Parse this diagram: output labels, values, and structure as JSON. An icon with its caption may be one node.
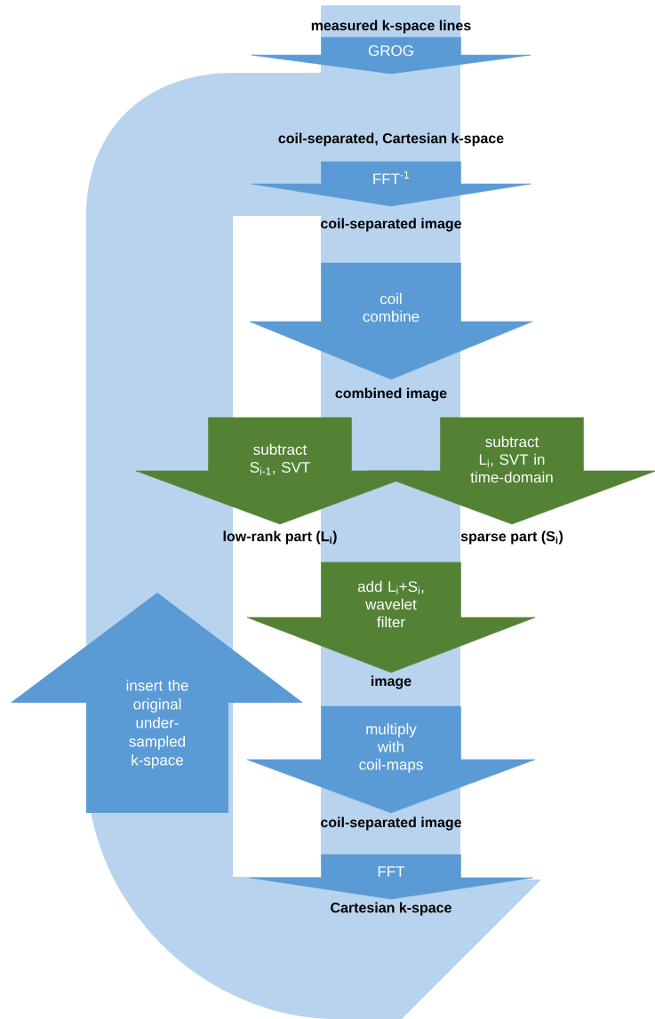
{
  "diagram": {
    "nodes": [
      {
        "text": [
          "measured k-space lines"
        ]
      },
      {
        "text": [
          "coil-separated, Cartesian k-space"
        ]
      },
      {
        "text": [
          "coil-separated image"
        ]
      },
      {
        "text": [
          "combined image"
        ]
      },
      {
        "text": [
          "low-rank part (L$_{i}$)"
        ]
      },
      {
        "text": [
          "sparse part (S$_{i}$)"
        ]
      },
      {
        "text": [
          "image"
        ]
      },
      {
        "text": [
          "coil-separated image"
        ]
      },
      {
        "text": [
          "Cartesian k-space"
        ]
      },
      {
        "text": [
          "insert the original under-sampled k-space"
        ]
      }
    ],
    "edges": [
      {
        "from": 0,
        "to": 1,
        "arrow": "to",
        "label": "GROG"
      },
      {
        "from": 1,
        "to": 2,
        "arrow": "to",
        "label": "FFT$^{-1}$"
      },
      {
        "from": 2,
        "to": 3,
        "arrow": "to",
        "label": "coil combine"
      },
      {
        "from": 3,
        "to": 4,
        "arrow": "to",
        "label": "subtract S$_{i-1}$, SVT",
        "color": "#548235"
      },
      {
        "from": 3,
        "to": 5,
        "arrow": "to",
        "label": "subtract L$_{i}$, SVT in time-domain",
        "color": "#548235"
      },
      {
        "from": 4,
        "to": 6,
        "arrow": "to",
        "label": "add L$_{i}$+S$_{i}$, wavelet filter",
        "color": "#548235"
      },
      {
        "from": 5,
        "to": 6,
        "arrow": "to",
        "color": "#548235"
      },
      {
        "from": 6,
        "to": 7,
        "arrow": "to",
        "label": "multiply with coil-maps"
      },
      {
        "from": 7,
        "to": 8,
        "arrow": "to",
        "label": "FFT"
      }
    ]
  }
}
